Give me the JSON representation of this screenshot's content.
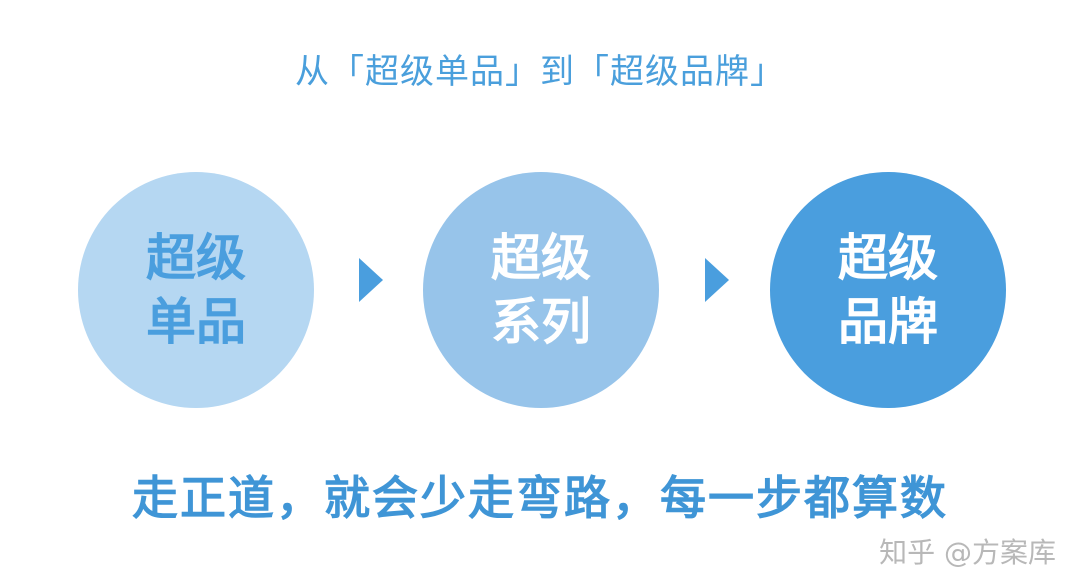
{
  "title": "从「超级单品」到「超级品牌」",
  "stages": [
    {
      "line1": "超级",
      "line2": "单品",
      "fill": "#b5d7f2",
      "text_color": "#4a9ede"
    },
    {
      "line1": "超级",
      "line2": "系列",
      "fill": "#97c4ea",
      "text_color": "#ffffff"
    },
    {
      "line1": "超级",
      "line2": "品牌",
      "fill": "#4a9ede",
      "text_color": "#ffffff"
    }
  ],
  "arrow_icon": "triangle-right",
  "slogan": "走正道，就会少走弯路，每一步都算数",
  "watermark": "知乎 @方案库"
}
